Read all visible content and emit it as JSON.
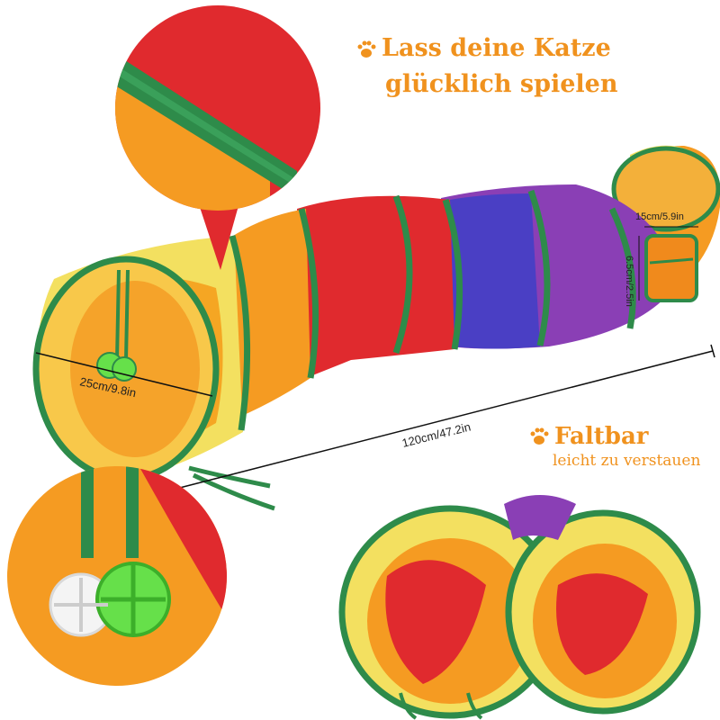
{
  "headline_1": {
    "line1": "Lass deine Katze",
    "line2": "glücklich spielen"
  },
  "headline_2": {
    "title": "Faltbar",
    "subtitle": "leicht zu verstauen"
  },
  "dimensions": {
    "diameter": "25cm/9.8in",
    "length": "120cm/47.2in",
    "hole_width": "15cm/5.9in",
    "hole_height": "6.5cm/2.5in"
  },
  "colors": {
    "accent_text": "#f0921e",
    "tunnel_yellow": "#f3e060",
    "tunnel_orange": "#f59b22",
    "tunnel_red": "#e02a2e",
    "tunnel_purple": "#8a3fb5",
    "tunnel_blue": "#4a3fc4",
    "trim_green": "#2e8b4a",
    "ball_green": "#66e04a",
    "ball_white": "#ffffff"
  },
  "icons": [
    "paw-icon",
    "paw-icon"
  ]
}
